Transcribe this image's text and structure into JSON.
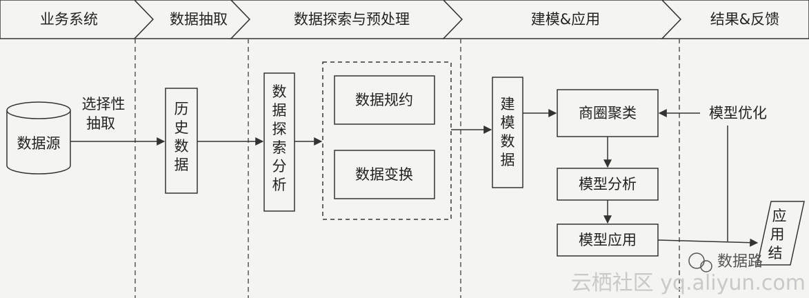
{
  "stages": [
    "业务系统",
    "数据抽取",
    "数据探索与预处理",
    "建模&应用",
    "结果&反馈"
  ],
  "nodes": {
    "data_source": "数据源",
    "extract_label": [
      "选择性",
      "抽取"
    ],
    "history_data": [
      "历",
      "史",
      "数",
      "据"
    ],
    "explore_analysis": [
      "数",
      "据",
      "探",
      "索",
      "分",
      "析"
    ],
    "data_reduction": "数据规约",
    "data_transform": "数据变换",
    "model_data": [
      "建",
      "模",
      "数",
      "据"
    ],
    "cluster": "商圈聚类",
    "model_analysis": "模型分析",
    "model_apply": "模型应用",
    "model_optimize": "模型优化",
    "result_apply": [
      "应",
      "用",
      "结"
    ]
  },
  "watermark": {
    "logo_text": "数据路",
    "text": "云栖社区 yq.aliyun.com"
  }
}
